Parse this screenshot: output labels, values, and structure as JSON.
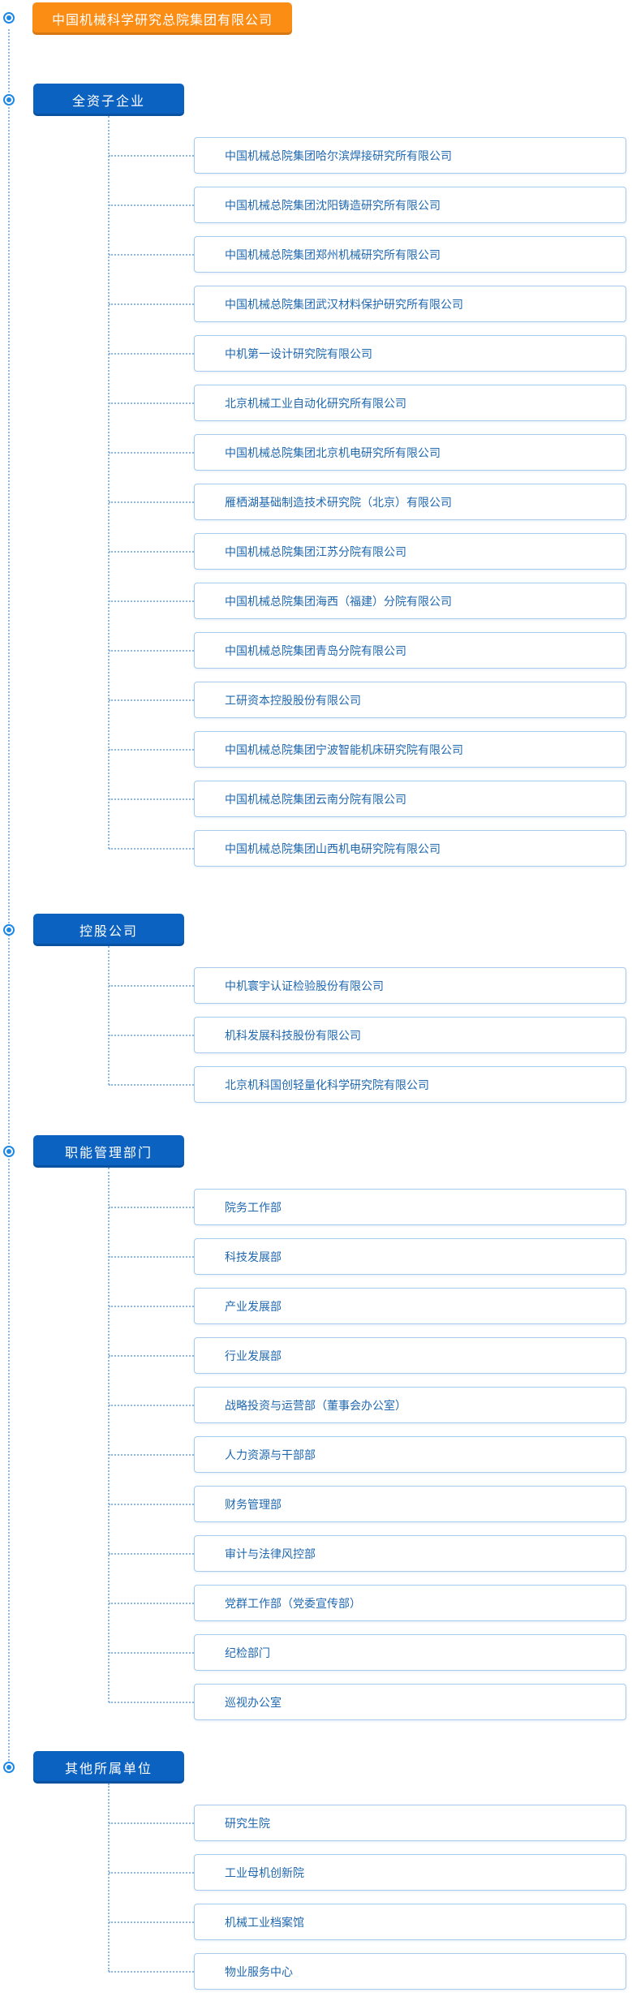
{
  "root": {
    "title": "中国机械科学研究总院集团有限公司"
  },
  "sections": [
    {
      "title": "全资子企业",
      "children": [
        "中国机械总院集团哈尔滨焊接研究所有限公司",
        "中国机械总院集团沈阳铸造研究所有限公司",
        "中国机械总院集团郑州机械研究所有限公司",
        "中国机械总院集团武汉材料保护研究所有限公司",
        "中机第一设计研究院有限公司",
        "北京机械工业自动化研究所有限公司",
        "中国机械总院集团北京机电研究所有限公司",
        "雁栖湖基础制造技术研究院（北京）有限公司",
        "中国机械总院集团江苏分院有限公司",
        "中国机械总院集团海西（福建）分院有限公司",
        "中国机械总院集团青岛分院有限公司",
        "工研资本控股股份有限公司",
        "中国机械总院集团宁波智能机床研究院有限公司",
        "中国机械总院集团云南分院有限公司",
        "中国机械总院集团山西机电研究院有限公司"
      ]
    },
    {
      "title": "控股公司",
      "children": [
        "中机寰宇认证检验股份有限公司",
        "机科发展科技股份有限公司",
        "北京机科国创轻量化科学研究院有限公司"
      ]
    },
    {
      "title": "职能管理部门",
      "children": [
        "院务工作部",
        "科技发展部",
        "产业发展部",
        "行业发展部",
        "战略投资与运营部（董事会办公室）",
        "人力资源与干部部",
        "财务管理部",
        "审计与法律风控部",
        "党群工作部（党委宣传部）",
        "纪检部门",
        "巡视办公室"
      ]
    },
    {
      "title": "其他所属单位",
      "children": [
        "研究生院",
        "工业母机创新院",
        "机械工业档案馆",
        "物业服务中心"
      ]
    }
  ],
  "icons": {
    "node_bullet": "radio-bullet-icon"
  },
  "colors": {
    "root_node": "#FB8D15",
    "section_node": "#0B62C0",
    "bullet_blue": "#1E88E5",
    "connector_line": "#8CB8E6",
    "leaf_border": "#A9CBEB",
    "leaf_text": "#1F68B0",
    "node_text": "#ffffff",
    "background": "#ffffff"
  }
}
